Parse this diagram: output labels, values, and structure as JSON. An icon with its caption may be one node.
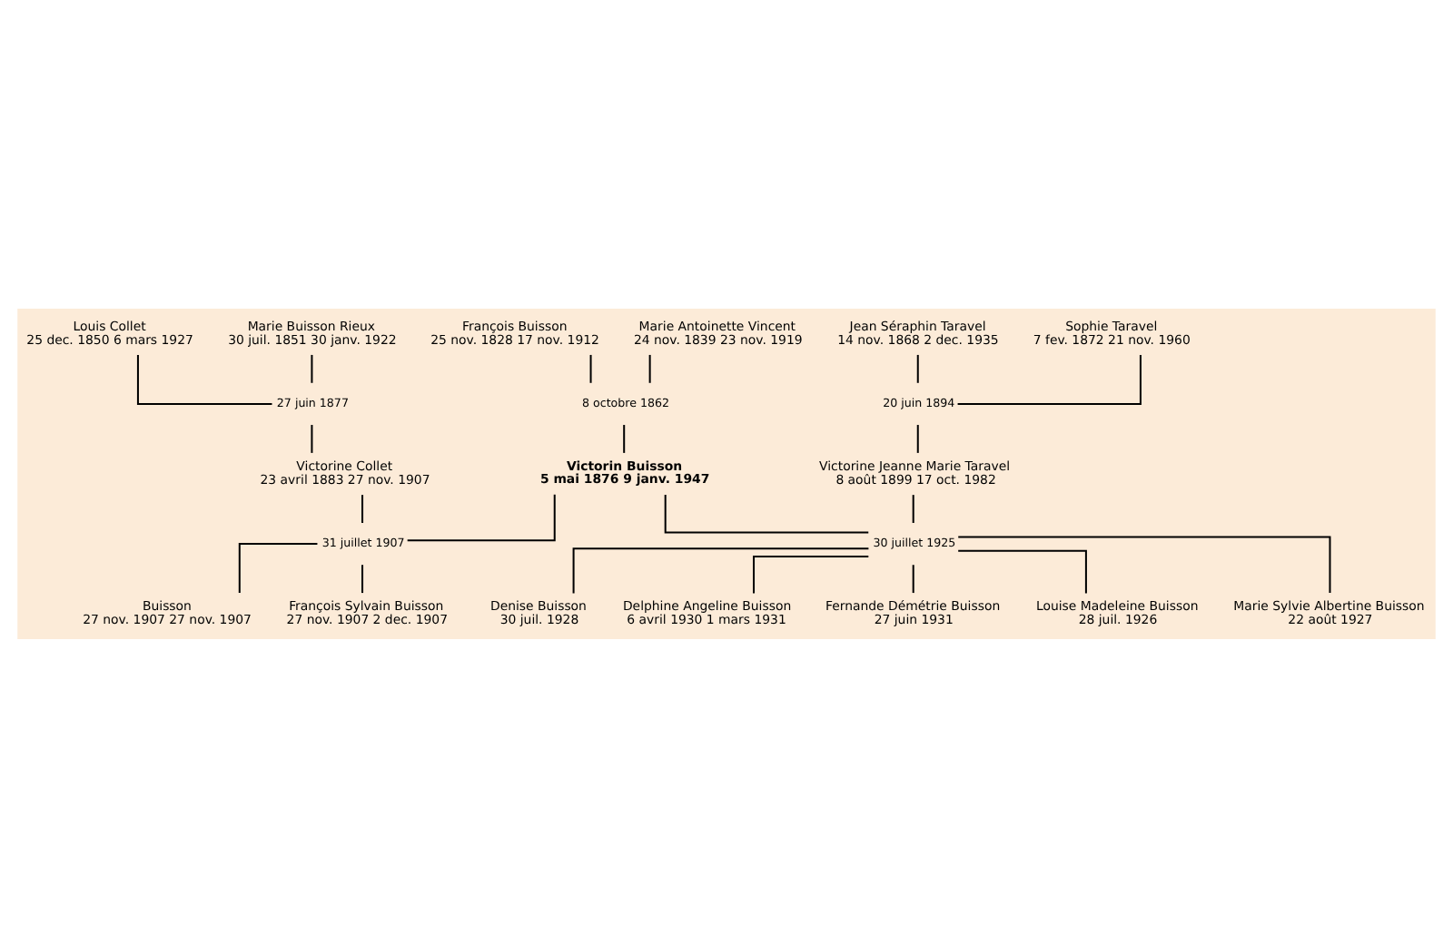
{
  "diagram": {
    "nodes": [
      {
        "text": [
          "François Buisson",
          "25 nov. 1828 17 nov. 1912"
        ]
      },
      {
        "text": [
          "Marie Antoinette Vincent",
          "24 nov. 1839 23 nov. 1919"
        ]
      },
      {
        "text": [
          "Louis Collet",
          "25 dec. 1850 6 mars 1927"
        ]
      },
      {
        "text": [
          "Marie Buisson Rieux",
          "30 juil. 1851 30 janv. 1922"
        ]
      },
      {
        "text": [
          "Jean Séraphin Taravel",
          "14 nov. 1868 2 dec. 1935"
        ]
      },
      {
        "text": [
          "Sophie Taravel",
          "7 fev. 1872 21 nov. 1960"
        ]
      },
      {
        "text": [
          "8 octobre 1862"
        ]
      },
      {
        "text": [
          "27 juin 1877"
        ]
      },
      {
        "text": [
          "20 juin 1894"
        ]
      },
      {
        "text": [
          "Victorin Buisson",
          "5 mai 1876 9 janv. 1947"
        ]
      },
      {
        "text": [
          "Victorine Collet",
          "23 avril 1883 27 nov. 1907"
        ]
      },
      {
        "text": [
          "Victorine Jeanne Marie Taravel",
          "8 août 1899 17 oct. 1982"
        ]
      },
      {
        "text": [
          "31 juillet 1907"
        ]
      },
      {
        "text": [
          "30 juillet 1925"
        ]
      },
      {
        "text": [
          "François Sylvain Buisson",
          "27 nov. 1907 2 dec. 1907"
        ]
      },
      {
        "text": [
          "Buisson",
          "27 nov. 1907 27 nov. 1907"
        ]
      },
      {
        "text": [
          "Louise Madeleine Buisson",
          "28 juil. 1926"
        ]
      },
      {
        "text": [
          "Marie Sylvie Albertine Buisson",
          "22 août 1927"
        ]
      },
      {
        "text": [
          "Denise Buisson",
          "30 juil. 1928"
        ]
      },
      {
        "text": [
          "Delphine Angeline Buisson",
          "6 avril 1930 1 mars 1931"
        ]
      },
      {
        "text": [
          "Fernande Démétrie Buisson",
          "27 juin 1931"
        ]
      }
    ],
    "edges": [
      {
        "from": 0,
        "to": 6,
        "arrow": "none"
      },
      {
        "from": 1,
        "to": 6,
        "arrow": "none"
      },
      {
        "from": 2,
        "to": 7,
        "arrow": "none"
      },
      {
        "from": 3,
        "to": 7,
        "arrow": "none"
      },
      {
        "from": 4,
        "to": 8,
        "arrow": "none"
      },
      {
        "from": 5,
        "to": 8,
        "arrow": "none"
      },
      {
        "from": 6,
        "to": 9,
        "arrow": "none"
      },
      {
        "from": 7,
        "to": 10,
        "arrow": "none"
      },
      {
        "from": 8,
        "to": 11,
        "arrow": "none"
      },
      {
        "from": 9,
        "to": 12,
        "arrow": "none"
      },
      {
        "from": 10,
        "to": 12,
        "arrow": "none"
      },
      {
        "from": 9,
        "to": 13,
        "arrow": "none"
      },
      {
        "from": 11,
        "to": 13,
        "arrow": "none"
      },
      {
        "from": 12,
        "to": 14,
        "arrow": "none"
      },
      {
        "from": 12,
        "to": 15,
        "arrow": "none"
      },
      {
        "from": 13,
        "to": 16,
        "arrow": "none"
      },
      {
        "from": 13,
        "to": 17,
        "arrow": "none"
      },
      {
        "from": 13,
        "to": 18,
        "arrow": "none"
      },
      {
        "from": 13,
        "to": 19,
        "arrow": "none"
      },
      {
        "from": 13,
        "to": 20,
        "arrow": "none"
      }
    ]
  }
}
